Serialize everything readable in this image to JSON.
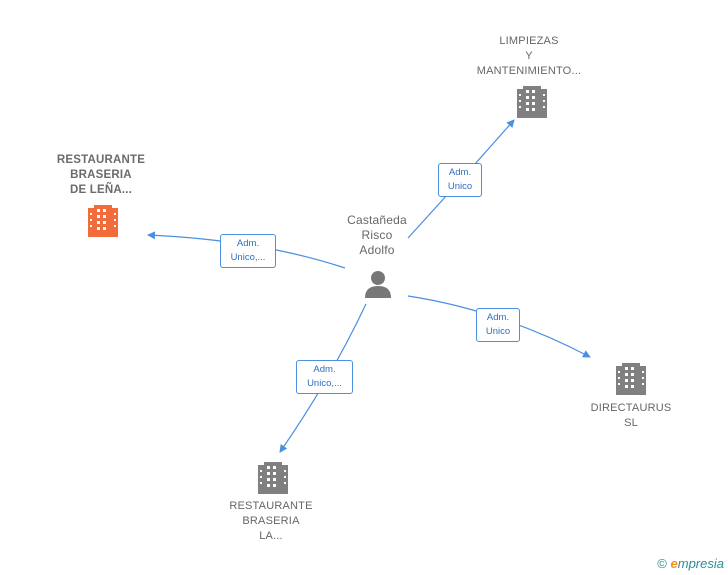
{
  "nodes": {
    "center": {
      "lines": [
        "Castañeda",
        "Risco",
        "Adolfo"
      ],
      "icon": "person-icon"
    },
    "limpiezas": {
      "lines": [
        "LIMPIEZAS",
        "Y",
        "MANTENIMIENTO..."
      ],
      "icon": "building-icon"
    },
    "restaurante_lena": {
      "lines": [
        "RESTAURANTE",
        "BRASERIA",
        "DE LEÑA..."
      ],
      "icon": "building-icon"
    },
    "directaurus": {
      "lines": [
        "DIRECTAURUS",
        "SL"
      ],
      "icon": "building-icon"
    },
    "restaurante_la": {
      "lines": [
        "RESTAURANTE",
        "BRASERIA",
        "LA..."
      ],
      "icon": "building-icon"
    }
  },
  "edges": {
    "to_limpiezas": [
      "Adm.",
      "Unico"
    ],
    "to_restaurante_lena": [
      "Adm.",
      "Unico,..."
    ],
    "to_directaurus": [
      "Adm.",
      "Unico"
    ],
    "to_restaurante_la": [
      "Adm.",
      "Unico,..."
    ]
  },
  "colors": {
    "edge": "#4a8fe0",
    "building": "#808080",
    "building_highlight": "#f26b3a",
    "person": "#777777"
  },
  "footer": {
    "copyright": "©",
    "brand_first": "e",
    "brand_rest": "mpresia"
  }
}
